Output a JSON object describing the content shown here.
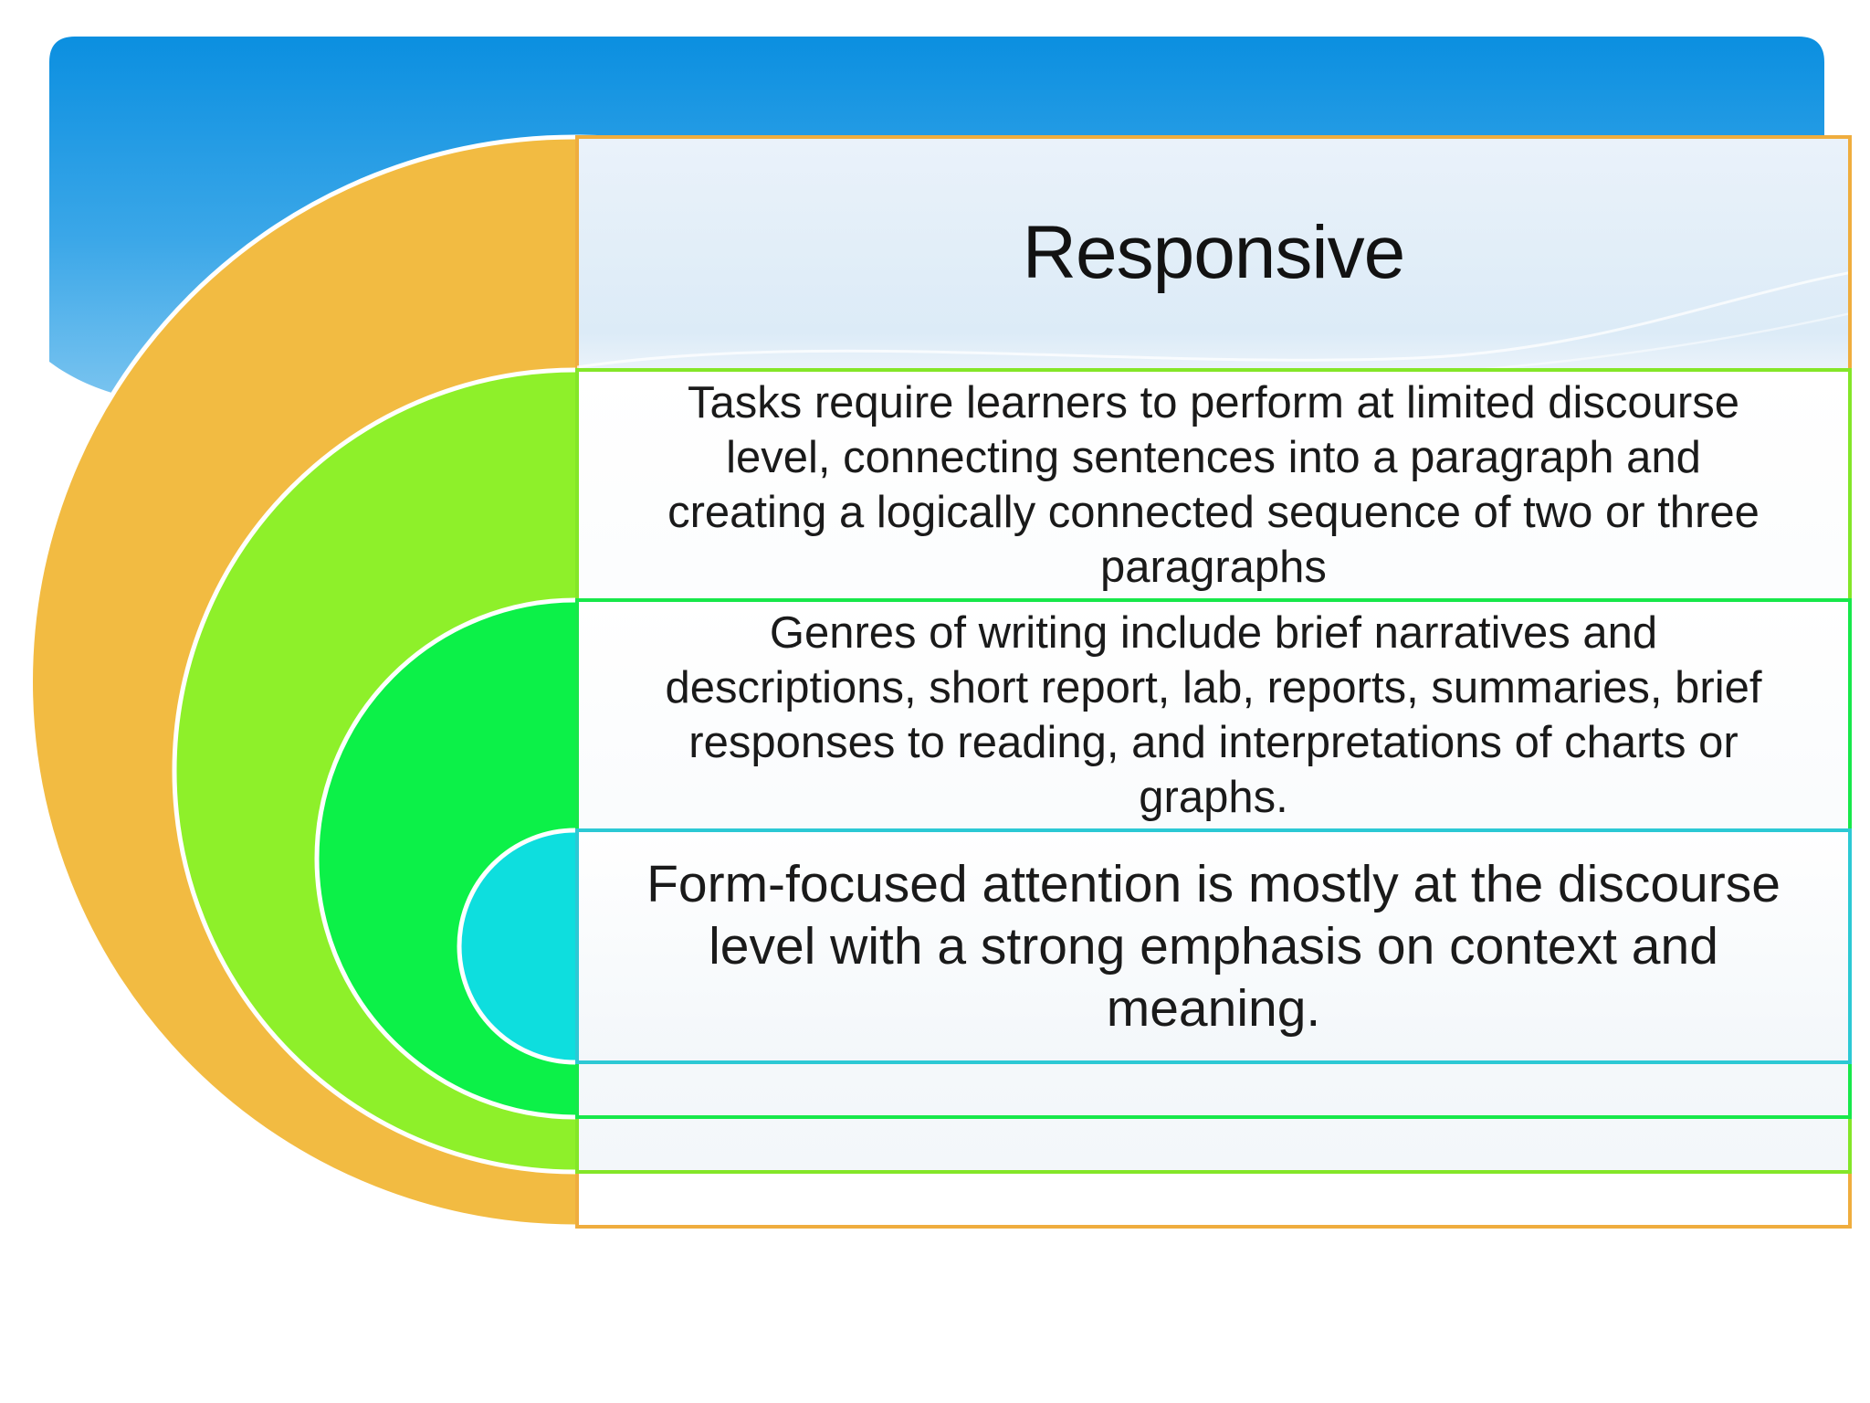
{
  "slide": {
    "kind": "presentation-slide nested target diagram",
    "title": "Responsive",
    "boxes": [
      {
        "name": "title",
        "ring": "orange",
        "heading": "Responsive",
        "body_lines": []
      },
      {
        "name": "tasks",
        "ring": "yellow-green",
        "body_lines": [
          "Tasks require learners to perform at limited discourse",
          "level, connecting sentences into a paragraph and",
          "creating a logically connected sequence of two or three",
          "paragraphs"
        ]
      },
      {
        "name": "genres",
        "ring": "green",
        "body_lines": [
          "Genres of writing include brief narratives and",
          "descriptions, short report, lab, reports, summaries, brief",
          "responses to reading, and interpretations of charts or",
          "graphs."
        ]
      },
      {
        "name": "form-focus",
        "ring": "cyan",
        "body_lines": [
          "Form-focused attention is mostly at the discourse",
          "level with a strong emphasis on context and",
          "meaning."
        ]
      }
    ],
    "colors": {
      "ring_orange": "#f2bb42",
      "ring_yellow_green": "#8ef02a",
      "ring_green": "#0cf148",
      "ring_cyan": "#0edede",
      "border_orange": "#efad3e",
      "border_yellow_green": "#84e628",
      "border_green": "#17e84a",
      "border_cyan": "#2cc9d4",
      "header_blue_top": "#0b8fe0",
      "header_blue_bottom": "#7cc5f0",
      "text_color": "#1a1a1a"
    }
  }
}
